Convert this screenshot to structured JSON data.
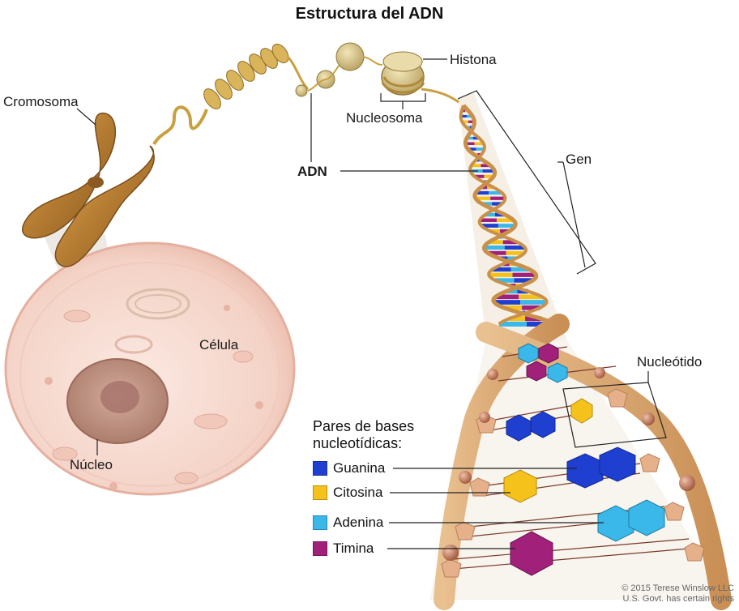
{
  "title": "Estructura del ADN",
  "labels": {
    "cromosoma": "Cromosoma",
    "histona": "Histona",
    "nucleosoma": "Nucleosoma",
    "adn": "ADN",
    "gen": "Gen",
    "celula": "Célula",
    "nucleo": "Núcleo",
    "nucleotido": "Nucleótido"
  },
  "legend": {
    "title_line1": "Pares de bases",
    "title_line2": "nucleotídicas:",
    "items": [
      {
        "label": "Guanina",
        "color": "#1f3fd1"
      },
      {
        "label": "Citosina",
        "color": "#f5c21c"
      },
      {
        "label": "Adenina",
        "color": "#3ab8ea"
      },
      {
        "label": "Timina",
        "color": "#a0207a"
      }
    ]
  },
  "credit": {
    "line1": "© 2015 Terese Winslow LLC",
    "line2": "U.S. Govt. has certain rights"
  },
  "colors": {
    "cell": "#f6d9cf",
    "nucleus": "#c79a8a",
    "chromosome": "#c08a3e",
    "backbone": "#d9ab72",
    "histone": "#d8c690"
  }
}
